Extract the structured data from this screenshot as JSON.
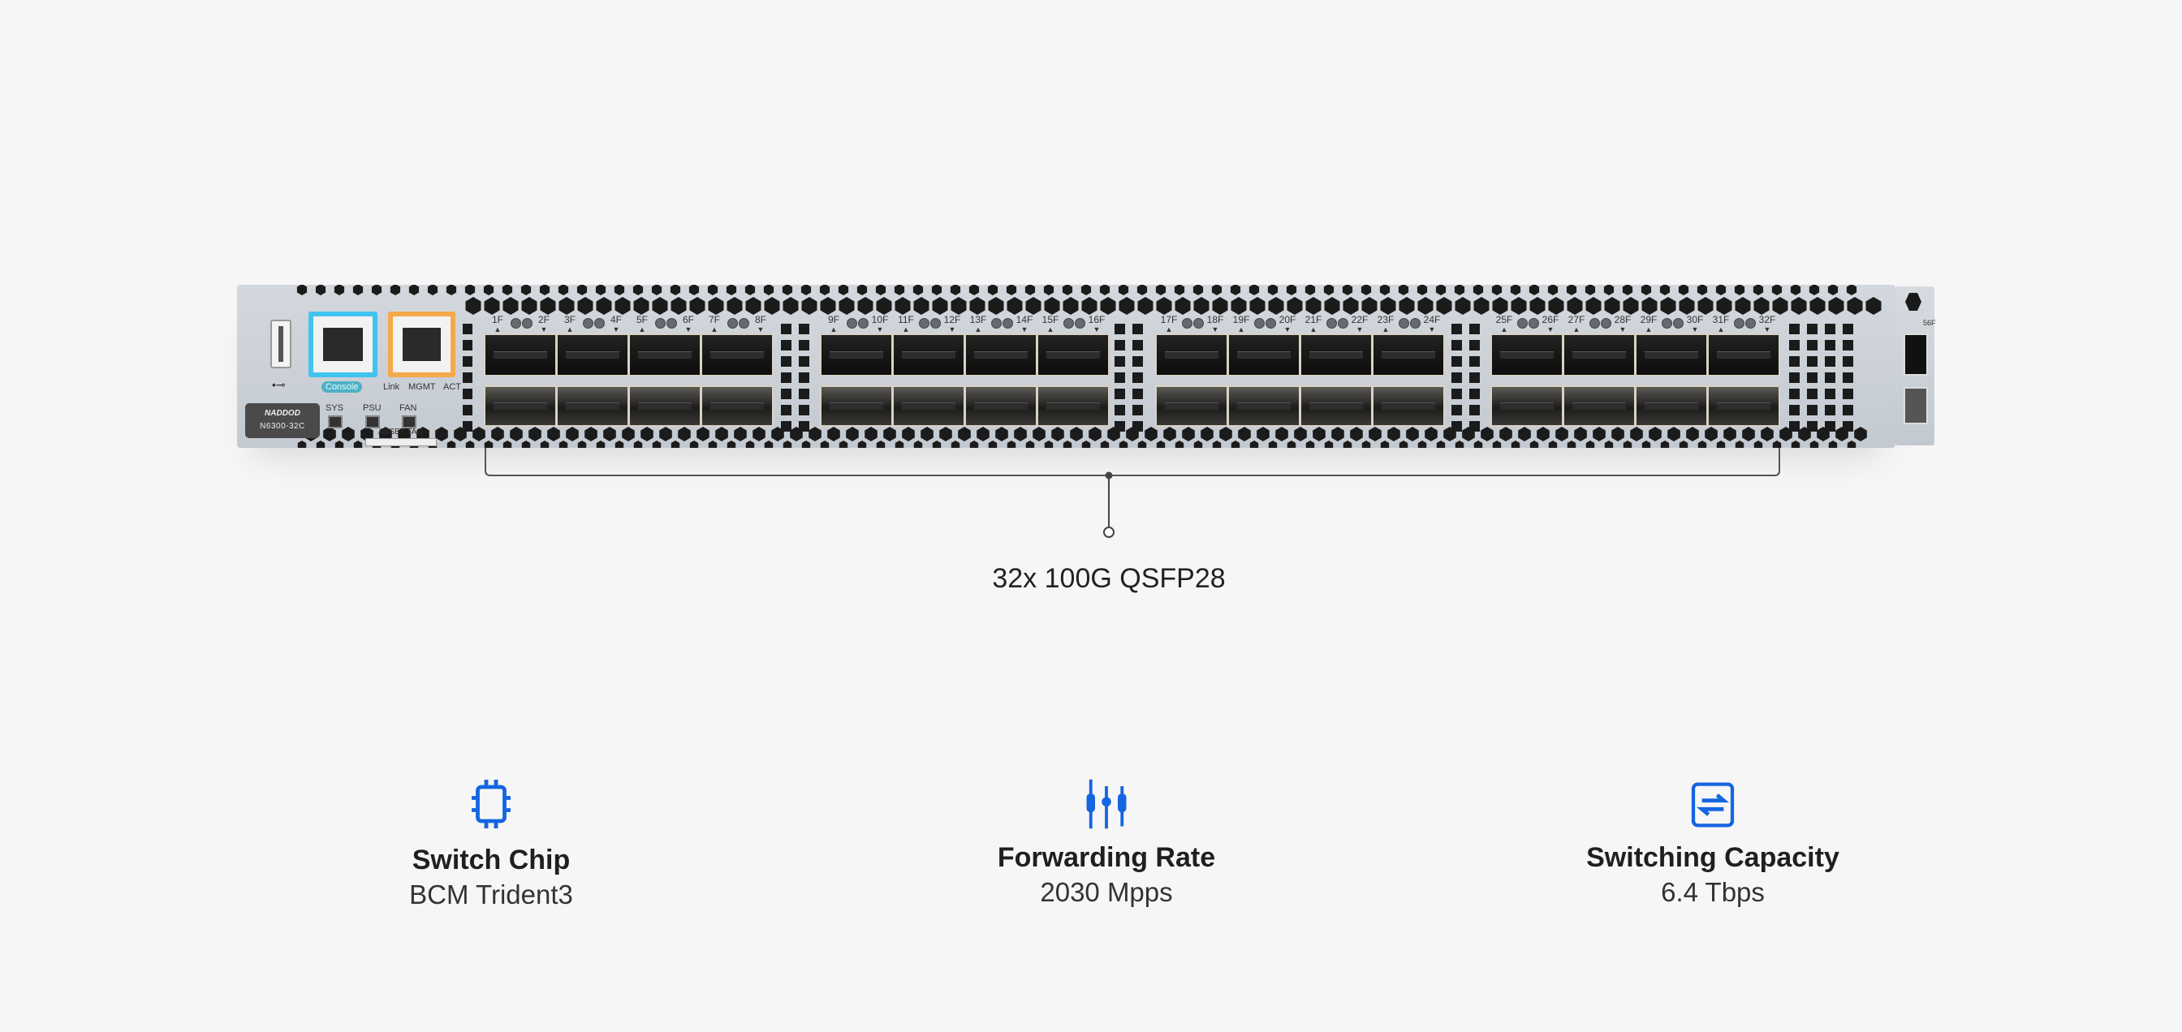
{
  "device": {
    "brand": "NADDOD",
    "model": "N6300-32C",
    "console_label": "Console",
    "mgmt_labels": [
      "Link",
      "MGMT",
      "ACT"
    ],
    "status_leds": [
      "SYS",
      "PSU",
      "FAN"
    ],
    "asset_tag": "ASSET TAG",
    "ear_port_label": "56F",
    "port_labels": [
      "1F",
      "2F",
      "3F",
      "4F",
      "5F",
      "6F",
      "7F",
      "8F",
      "9F",
      "10F",
      "11F",
      "12F",
      "13F",
      "14F",
      "15F",
      "16F",
      "17F",
      "18F",
      "19F",
      "20F",
      "21F",
      "22F",
      "23F",
      "24F",
      "25F",
      "26F",
      "27F",
      "28F",
      "29F",
      "30F",
      "31F",
      "32F"
    ],
    "console_color": "#41c3f0",
    "mgmt_color": "#f4a94a"
  },
  "callout": {
    "label": "32x 100G QSFP28"
  },
  "features": [
    {
      "icon": "chip-icon",
      "title": "Switch Chip",
      "value": "BCM Trident3"
    },
    {
      "icon": "sliders-icon",
      "title": "Forwarding Rate",
      "value": "2030 Mpps"
    },
    {
      "icon": "swap-arrows-icon",
      "title": "Switching Capacity",
      "value": "6.4 Tbps"
    }
  ],
  "accent_color": "#1565e0"
}
